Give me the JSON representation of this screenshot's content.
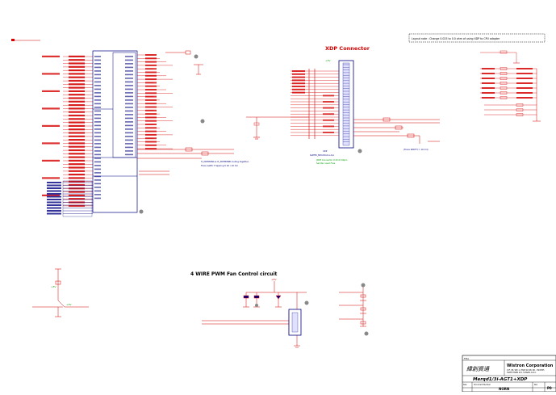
{
  "sheet": {
    "xdp_title": "XDP Connector",
    "fan_title": "4 WIRE PWM Fan Control circuit",
    "layout_note": "Layout note : Change 0.025 to 0.0 ohm of using XDP to CPU adapter",
    "xdp_refdes": "XDP",
    "xdp_part": "SAMTEC_BSH-030-01-L-D-A",
    "xdp_assembly_note": "JXDP Connector 0.5mm 60pin",
    "xdp_vendor_note": "Samtec Lead Free",
    "routing_note_1": "H_XDPMONA & H_XDPMONB routing together,",
    "routing_note_2": "Trace width 7 Spacing 5 10 / 10 mil",
    "trace_note": "(Trace WIDTH = 10 mil)",
    "rails": [
      "+3V",
      "+1.05V",
      "GND",
      "+5V"
    ]
  },
  "title_block": {
    "chinese_name": "緯創資通",
    "company": "Wistron Corporation",
    "address_1": "21F, 88, SEC.1, HSIN TAI WU RD., HSICHIH,",
    "address_2": "TAIPEI HSIEN 221, TAIWAN, R.O.C.",
    "project": "Merqd1/3i-AGT1+XDP",
    "doc_number": "NORN",
    "revision": "P0",
    "labels": {
      "title": "Title",
      "size": "Size",
      "doc": "Document Number",
      "rev": "Rev",
      "date": "Date",
      "sheet": "Sheet"
    }
  }
}
